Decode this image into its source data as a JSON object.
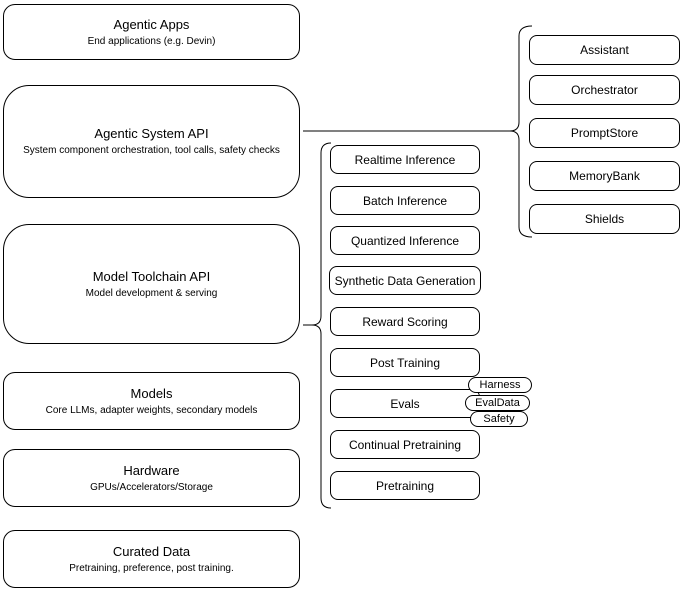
{
  "diagram_title": "Agentic system stack diagram",
  "colors": {
    "stroke": "#000000",
    "fill": "#ffffff",
    "text": "#000000"
  },
  "stack": {
    "layers": [
      {
        "title": "Agentic Apps",
        "subtitle": "End applications (e.g. Devin)"
      },
      {
        "title": "Agentic System API",
        "subtitle": "System component orchestration, tool calls, safety checks"
      },
      {
        "title": "Model Toolchain API",
        "subtitle": "Model development & serving"
      },
      {
        "title": "Models",
        "subtitle": "Core LLMs, adapter weights, secondary models"
      },
      {
        "title": "Hardware",
        "subtitle": "GPUs/Accelerators/Storage"
      },
      {
        "title": "Curated Data",
        "subtitle": "Pretraining, preference, post training."
      }
    ]
  },
  "toolchain_group": {
    "attached_to": "Model Toolchain API",
    "items": [
      "Realtime Inference",
      "Batch Inference",
      "Quantized Inference",
      "Synthetic Data Generation",
      "Reward Scoring",
      "Post Training",
      "Evals",
      "Continual Pretraining",
      "Pretraining"
    ],
    "eval_tags": [
      "Harness",
      "EvalData",
      "Safety"
    ]
  },
  "system_group": {
    "attached_to": "Agentic System API",
    "items": [
      "Assistant",
      "Orchestrator",
      "PromptStore",
      "MemoryBank",
      "Shields"
    ]
  }
}
